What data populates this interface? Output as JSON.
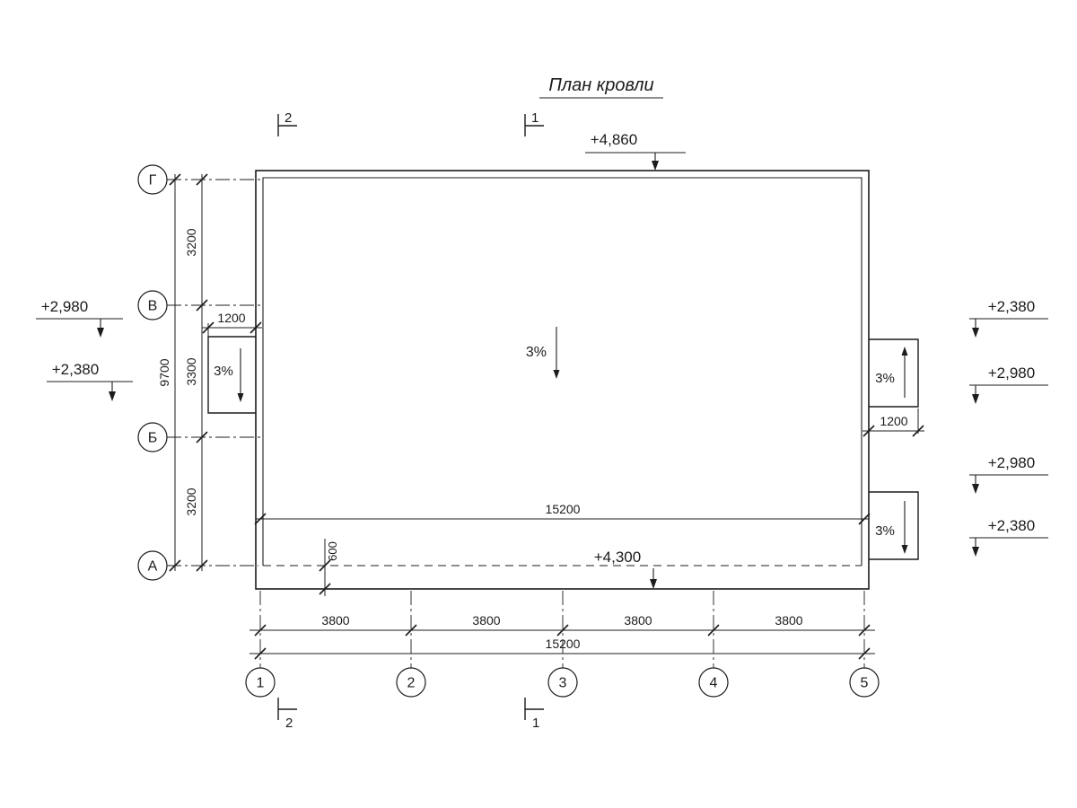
{
  "title": "План кровли",
  "slope_label": "3%",
  "axes_rows": [
    {
      "label": "Г"
    },
    {
      "label": "В"
    },
    {
      "label": "Б"
    },
    {
      "label": "А"
    }
  ],
  "axes_cols": [
    {
      "label": "1"
    },
    {
      "label": "2"
    },
    {
      "label": "3"
    },
    {
      "label": "4"
    },
    {
      "label": "5"
    }
  ],
  "section_marks": {
    "s1": "1",
    "s2": "2"
  },
  "elevations": {
    "roof_high": "+4,860",
    "eave": "+4,300",
    "left_canopy_top": "+2,980",
    "left_canopy_bottom": "+2,380",
    "right_upper_canopy_low": "+2,380",
    "right_upper_canopy_high": "+2,980",
    "right_lower_canopy_high": "+2,980",
    "right_lower_canopy_low": "+2,380"
  },
  "dimensions": {
    "left_segments": [
      {
        "value": "3200"
      },
      {
        "value": "3300"
      },
      {
        "value": "3200"
      }
    ],
    "left_total": "9700",
    "left_canopy_width": "1200",
    "right_canopy_width": "1200",
    "bottom_segments": [
      {
        "value": "3800"
      },
      {
        "value": "3800"
      },
      {
        "value": "3800"
      },
      {
        "value": "3800"
      }
    ],
    "bottom_total": "15200",
    "roof_width": "15200",
    "eave_overhang": "600"
  },
  "colors": {
    "line": "#1c1c1c",
    "background": "#ffffff"
  }
}
